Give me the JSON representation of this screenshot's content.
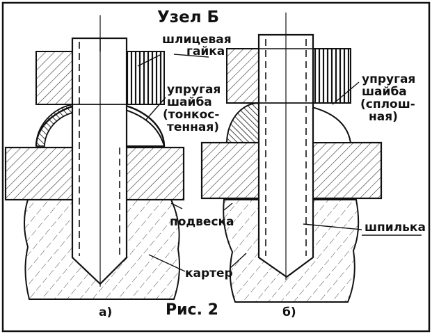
{
  "title": "Узел Б",
  "caption": "Рис. 2",
  "labels": {
    "nut_line1": "шлицевая",
    "nut_line2": "гайка",
    "washer_a_line1": "упругая",
    "washer_a_line2": "шайба",
    "washer_a_line3": "(тонкос-",
    "washer_a_line4": "тенная)",
    "washer_b_line1": "упругая",
    "washer_b_line2": "шайба",
    "washer_b_line3": "(сплош-",
    "washer_b_line4": "ная)",
    "bracket": "подвеска",
    "stud": "шпилька",
    "crankcase": "картер",
    "variant_a": "а)",
    "variant_b": "б)"
  }
}
